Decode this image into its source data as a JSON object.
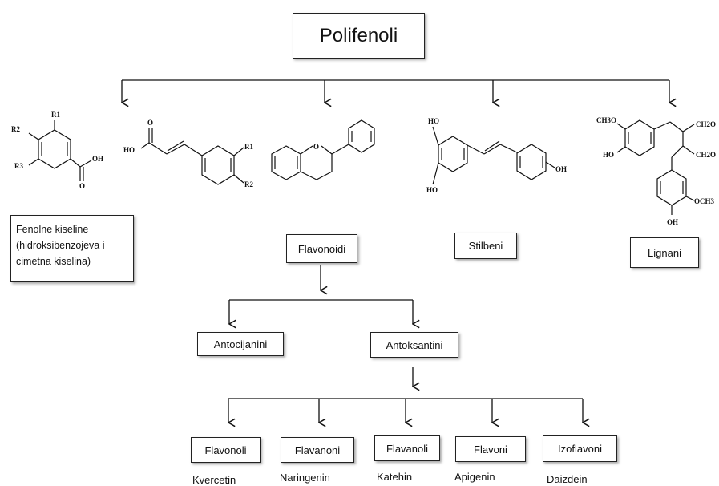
{
  "root": "Polifenoli",
  "classes": {
    "phenolic_acids": "Fenolne kiseline\n(hidroksibenzojeva i\ncimetna kiselina)",
    "flavonoids": "Flavonoidi",
    "stilbenes": "Stilbeni",
    "lignans": "Lignani"
  },
  "flavonoid_groups": {
    "anthocyanins": "Antocijanini",
    "anthoxanthins": "Antoksantini"
  },
  "subclasses": [
    {
      "name": "Flavonoli",
      "example": "Kvercetin"
    },
    {
      "name": "Flavanoni",
      "example": "Naringenin"
    },
    {
      "name": "Flavanoli",
      "example": "Katehin"
    },
    {
      "name": "Flavoni",
      "example": "Apigenin"
    },
    {
      "name": "Izoflavoni",
      "example": "Daizdein"
    }
  ],
  "structure_labels": {
    "benzoic": [
      "R1",
      "R2",
      "R3",
      "OH",
      "O"
    ],
    "cinnamic": [
      "HO",
      "O",
      "R1",
      "R2"
    ],
    "flavonoid": [
      "O"
    ],
    "stilbene": [
      "HO",
      "HO",
      "OH"
    ],
    "lignan": [
      "CH3O",
      "HO",
      "CH2O",
      "CH2O",
      "OCH3",
      "OH"
    ]
  }
}
